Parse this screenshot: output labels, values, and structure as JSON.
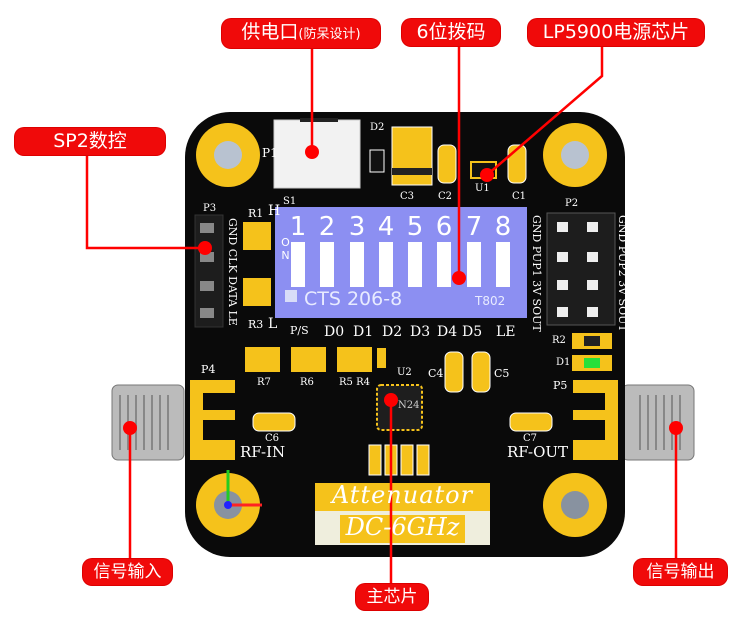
{
  "callouts": {
    "power": {
      "main": "供电口",
      "sub": "(防呆设计)"
    },
    "dip": "6位拨码",
    "ldo": "LP5900电源芯片",
    "spi": "SP2数控",
    "rf_in": "信号输入",
    "chip": "主芯片",
    "rf_out": "信号输出"
  },
  "board": {
    "dip_numbers": [
      "1",
      "2",
      "3",
      "4",
      "5",
      "6",
      "7",
      "8"
    ],
    "dip_on": "ON",
    "dip_model": "CTS 206-8",
    "dip_code": "T802",
    "dip_bottom_labels": [
      "P/S",
      "D0",
      "D1",
      "D2",
      "D3",
      "D4",
      "D5",
      "LE"
    ],
    "h_label": "H",
    "l_label": "L",
    "refs": {
      "p1": "P1",
      "d2": "D2",
      "c3": "C3",
      "c2": "C2",
      "u1": "U1",
      "c1": "C1",
      "s1": "S1",
      "p3": "P3",
      "r1": "R1",
      "r3": "R3",
      "p2": "P2",
      "r2": "R2",
      "d1": "D1",
      "p4": "P4",
      "r7": "R7",
      "r6": "R6",
      "r5r4": "R5 R4",
      "u2": "U2",
      "c4": "C4",
      "c5": "C5",
      "p5": "P5",
      "c6": "C6",
      "c7": "C7"
    },
    "p3_pins": "GND CLK DATA LE",
    "p2_left": "GND PUP1 3V SOUT",
    "p2_right": "GND PUP2 3V SOUT",
    "chip_marking": "N24",
    "rf_in": "RF-IN",
    "rf_out": "RF-OUT",
    "title": "Attenuator",
    "range": "DC-6GHz"
  },
  "colors": {
    "callout": "#f00a0a",
    "board": "#0a0a0a",
    "gold": "#f5c21b",
    "dip": "#8c8ff2",
    "led": "#27e03a"
  }
}
